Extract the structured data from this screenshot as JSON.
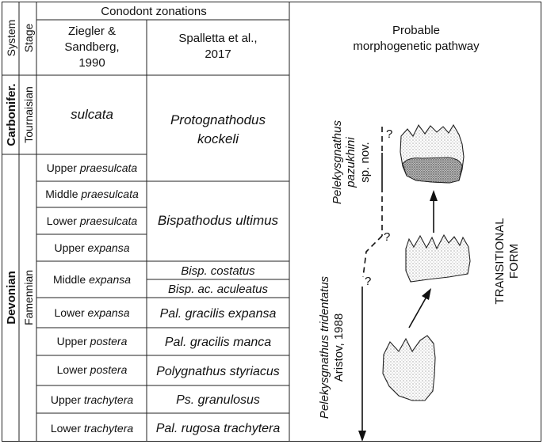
{
  "header": {
    "system": "System",
    "stage": "Stage",
    "conodont_zonations": "Conodont zonations",
    "col1": [
      "Ziegler &",
      "Sandberg,",
      "1990"
    ],
    "col2": [
      "Spalletta et al.,",
      "2017"
    ],
    "pathway": [
      "Probable",
      "morphogenetic pathway"
    ]
  },
  "systems": {
    "carboniferous": "Carbonifer.",
    "devonian": "Devonian"
  },
  "stages": {
    "tournaisian": "Tournaisian",
    "famennian": "Famennian"
  },
  "zs_zones": [
    {
      "prefix": "",
      "name": "sulcata"
    },
    {
      "prefix": "Upper ",
      "name": "praesulcata"
    },
    {
      "prefix": "Middle ",
      "name": "praesulcata"
    },
    {
      "prefix": "Lower ",
      "name": "praesulcata"
    },
    {
      "prefix": "Upper ",
      "name": "expansa"
    },
    {
      "prefix": "Middle ",
      "name": "expansa"
    },
    {
      "prefix": "Lower ",
      "name": "expansa"
    },
    {
      "prefix": "Upper ",
      "name": "postera"
    },
    {
      "prefix": "Lower ",
      "name": "postera"
    },
    {
      "prefix": "Upper ",
      "name": "trachytera"
    },
    {
      "prefix": "Lower ",
      "name": "trachytera"
    }
  ],
  "sp_zones": [
    [
      "Protognathodus",
      "kockeli"
    ],
    [
      "Bispathodus ultimus"
    ],
    [
      "Bisp. costatus"
    ],
    [
      "Bisp. ac. aculeatus"
    ],
    [
      "Pal. gracilis expansa"
    ],
    [
      "Pal. gracilis manca"
    ],
    [
      "Polygnathus styriacus"
    ],
    [
      "Ps. granulosus"
    ],
    [
      "Pal. rugosa trachytera"
    ]
  ],
  "taxa": {
    "pazukhini": [
      "Pelekysgnathus",
      "pazukhini",
      "sp. nov."
    ],
    "tridentatus": [
      "Pelekysgnathus tridentatus",
      "Aristov, 1988"
    ]
  },
  "transitional": [
    "TRANSITIONAL",
    "FORM"
  ],
  "question_mark": "?"
}
